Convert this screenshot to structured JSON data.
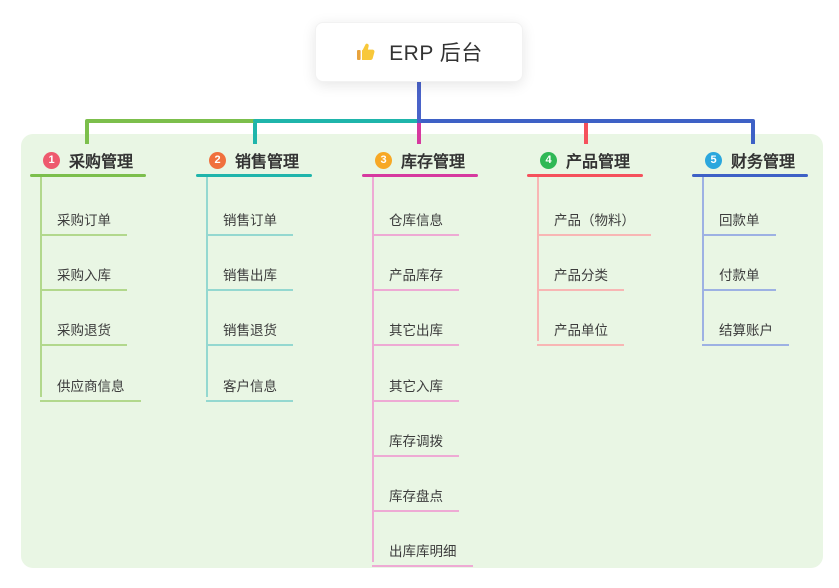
{
  "root": {
    "title": "ERP 后台",
    "icon": "thumbs-up-icon"
  },
  "colors": {
    "root_line": "#4a63c9",
    "panel_bg": "#e9f6e4",
    "card_bg": "#ffffff",
    "text": "#333333"
  },
  "branches": [
    {
      "badge": "1",
      "title": "采购管理",
      "badge_color": "#ee5a6e",
      "line_color": "#7cbf4c",
      "thin_color": "#b2d88c",
      "items": [
        "采购订单",
        "采购入库",
        "采购退货",
        "供应商信息"
      ]
    },
    {
      "badge": "2",
      "title": "销售管理",
      "badge_color": "#f0703d",
      "line_color": "#1fb5ab",
      "thin_color": "#94d8d0",
      "items": [
        "销售订单",
        "销售出库",
        "销售退货",
        "客户信息"
      ]
    },
    {
      "badge": "3",
      "title": "库存管理",
      "badge_color": "#f7a825",
      "line_color": "#d6399f",
      "thin_color": "#eeaad4",
      "items": [
        "仓库信息",
        "产品库存",
        "其它出库",
        "其它入库",
        "库存调拨",
        "库存盘点",
        "出库库明细"
      ]
    },
    {
      "badge": "4",
      "title": "产品管理",
      "badge_color": "#2fb855",
      "line_color": "#f5515c",
      "thin_color": "#f8b6b4",
      "items": [
        "产品（物料）",
        "产品分类",
        "产品单位"
      ]
    },
    {
      "badge": "5",
      "title": "财务管理",
      "badge_color": "#2ba7dd",
      "line_color": "#3e61c6",
      "thin_color": "#9db1e3",
      "items": [
        "回款单",
        "付款单",
        "结算账户"
      ]
    }
  ]
}
